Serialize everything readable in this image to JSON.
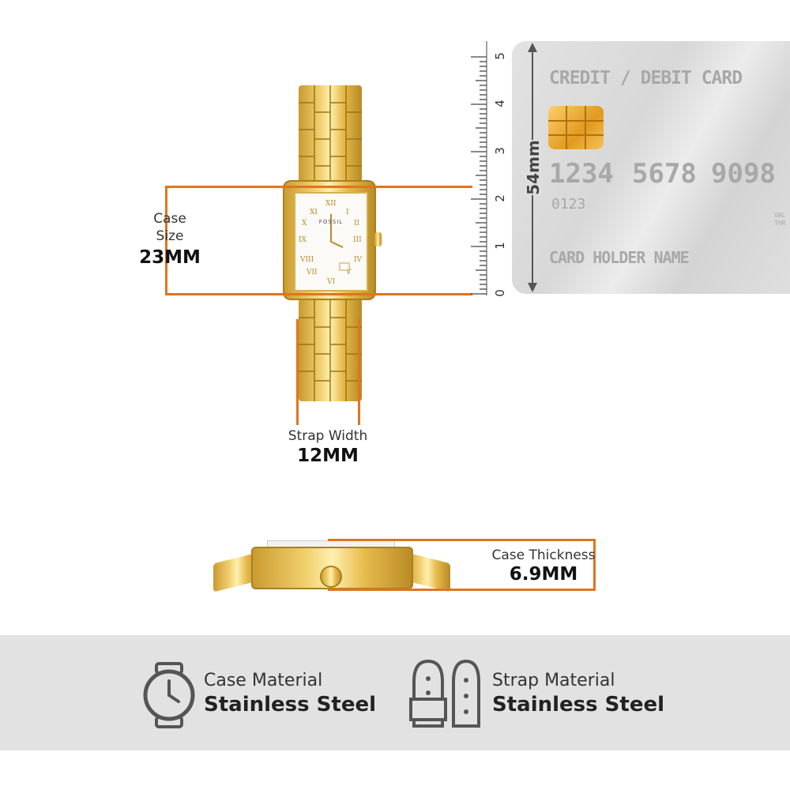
{
  "case_size": {
    "label_line1": "Case",
    "label_line2": "Size",
    "value": "23MM"
  },
  "strap_width": {
    "label": "Strap Width",
    "value": "12MM"
  },
  "case_thickness": {
    "label": "Case Thickness",
    "value": "6.9MM"
  },
  "ruler": {
    "ticks": [
      "5",
      "4",
      "3",
      "2",
      "1",
      "0"
    ],
    "card_height_label": "54mm"
  },
  "card": {
    "title": "CREDIT / DEBIT CARD",
    "number_groups": [
      "1234",
      "5678",
      "9098"
    ],
    "sub_number": "0123",
    "holder": "CARD HOLDER NAME",
    "edge_text": "VAL THR"
  },
  "watch_dial": {
    "brand": "FOSSIL"
  },
  "materials": [
    {
      "title": "Case Material",
      "value": "Stainless Steel",
      "icon": "watch-icon"
    },
    {
      "title": "Strap Material",
      "value": "Stainless Steel",
      "icon": "strap-icon"
    }
  ],
  "accent_color": "#e0751f"
}
